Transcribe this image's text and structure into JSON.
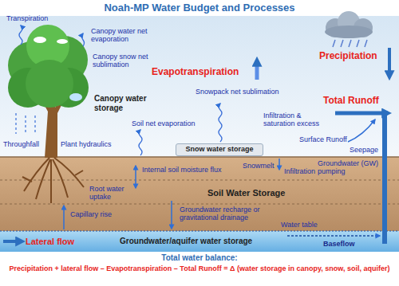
{
  "diagram": {
    "title": "Noah-MP Water Budget and Processes",
    "caption": "Precipitation + lateral flow – Evapotranspiration – Total Runoff = Δ (water storage in canopy, snow, soil, aquifer)",
    "nodes": [
      {
        "text": [
          "Snow water storage"
        ]
      },
      {
        "text": [
          "Soil Water Storage"
        ]
      },
      {
        "text": [
          "Groundwater/aquifer water storage"
        ]
      }
    ],
    "labels": [
      "Transpiration",
      "Canopy water net evaporation",
      "Canopy snow net sublimation",
      "Evapotranspiration",
      "Precipitation",
      "Canopy water storage",
      "Snowpack net sublimation",
      "Total Runoff",
      "Soil net evaporation",
      "Infiltration & saturation excess",
      "Throughfall",
      "Plant hydraulics",
      "Surface Runoff",
      "Seepage",
      "Snowmelt",
      "Groundwater (GW) pumping",
      "Infiltration",
      "Internal soil moisture flux",
      "Root water uptake",
      "Capillary rise",
      "Groundwater recharge or gravitational drainage",
      "Water table",
      "Lateral flow",
      "Baseflow",
      "Total water balance:"
    ]
  }
}
